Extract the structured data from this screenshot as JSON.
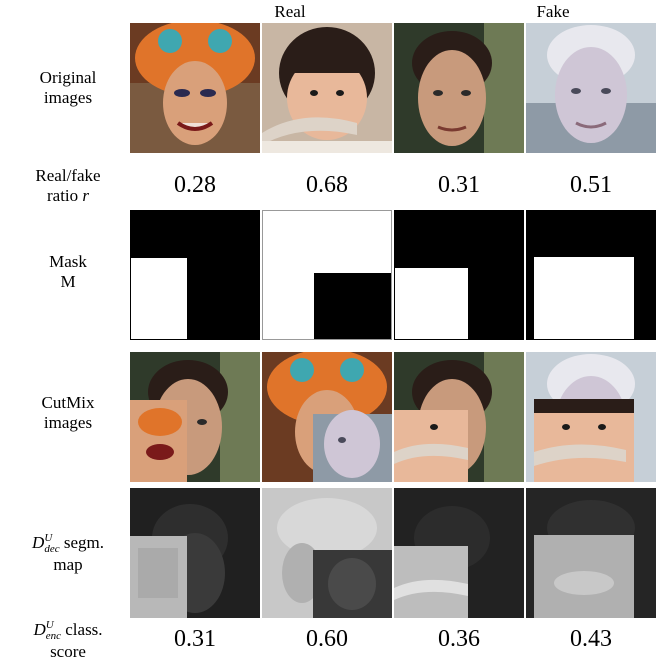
{
  "header": {
    "real": "Real",
    "fake": "Fake"
  },
  "rows": {
    "original": {
      "line1": "Original",
      "line2": "images"
    },
    "ratio": {
      "line1": "Real/fake",
      "line2a": "ratio ",
      "line2b": "r",
      "values": [
        "0.28",
        "0.68",
        "0.31",
        "0.51"
      ]
    },
    "mask": {
      "line1": "Mask",
      "line2": "M"
    },
    "cutmix": {
      "line1": "CutMix",
      "line2": "images"
    },
    "segm": {
      "D": "D",
      "sup": "U",
      "sub": "dec",
      "rest": " segm.",
      "line2": "map"
    },
    "class": {
      "D": "D",
      "sup": "U",
      "sub": "enc",
      "rest": " class.",
      "line2": "score",
      "values": [
        "0.31",
        "0.60",
        "0.36",
        "0.43"
      ]
    }
  },
  "colors": {
    "skin": "#d9a07a",
    "orange": "#e0742a",
    "teal": "#3fa7b0",
    "bg_dark": "#2f3a2a",
    "bg_light": "#c6cfd7",
    "hair_dark": "#2a1d18",
    "hair_white": "#e8e8ee",
    "seg_dark": "#202020",
    "seg_light": "#c0c0c0"
  }
}
